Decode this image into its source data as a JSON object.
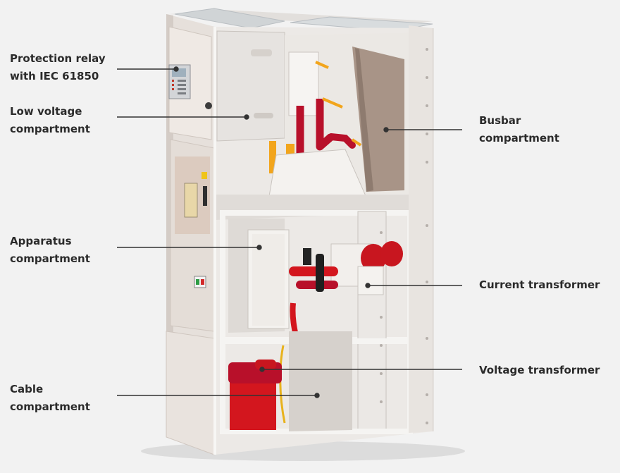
{
  "labels": {
    "protection_relay": {
      "line1": "Protection relay",
      "line2": "with IEC 61850"
    },
    "low_voltage": {
      "line1": "Low voltage",
      "line2": "compartment"
    },
    "busbar": {
      "line1": "Busbar",
      "line2": "compartment"
    },
    "apparatus": {
      "line1": "Apparatus",
      "line2": "compartment"
    },
    "current_transformer": {
      "line1": "Current transformer"
    },
    "voltage_transformer": {
      "line1": "Voltage transformer"
    },
    "cable": {
      "line1": "Cable",
      "line2": "compartment"
    }
  },
  "colors": {
    "background": "#f2f2f2",
    "label_text": "#2b2b2b",
    "leader_line": "#333333",
    "panel_light": "#e9e6e3",
    "panel_mid": "#d8d3cf",
    "panel_shadow": "#bdb7b2",
    "busbar_red": "#b8102a",
    "insulator_red": "#d3161e",
    "bar_orange": "#f2a51c",
    "sheet_brown": "#a89487",
    "relay_grey": "#c9cbce",
    "cable_fill": "#f1f1ef"
  }
}
